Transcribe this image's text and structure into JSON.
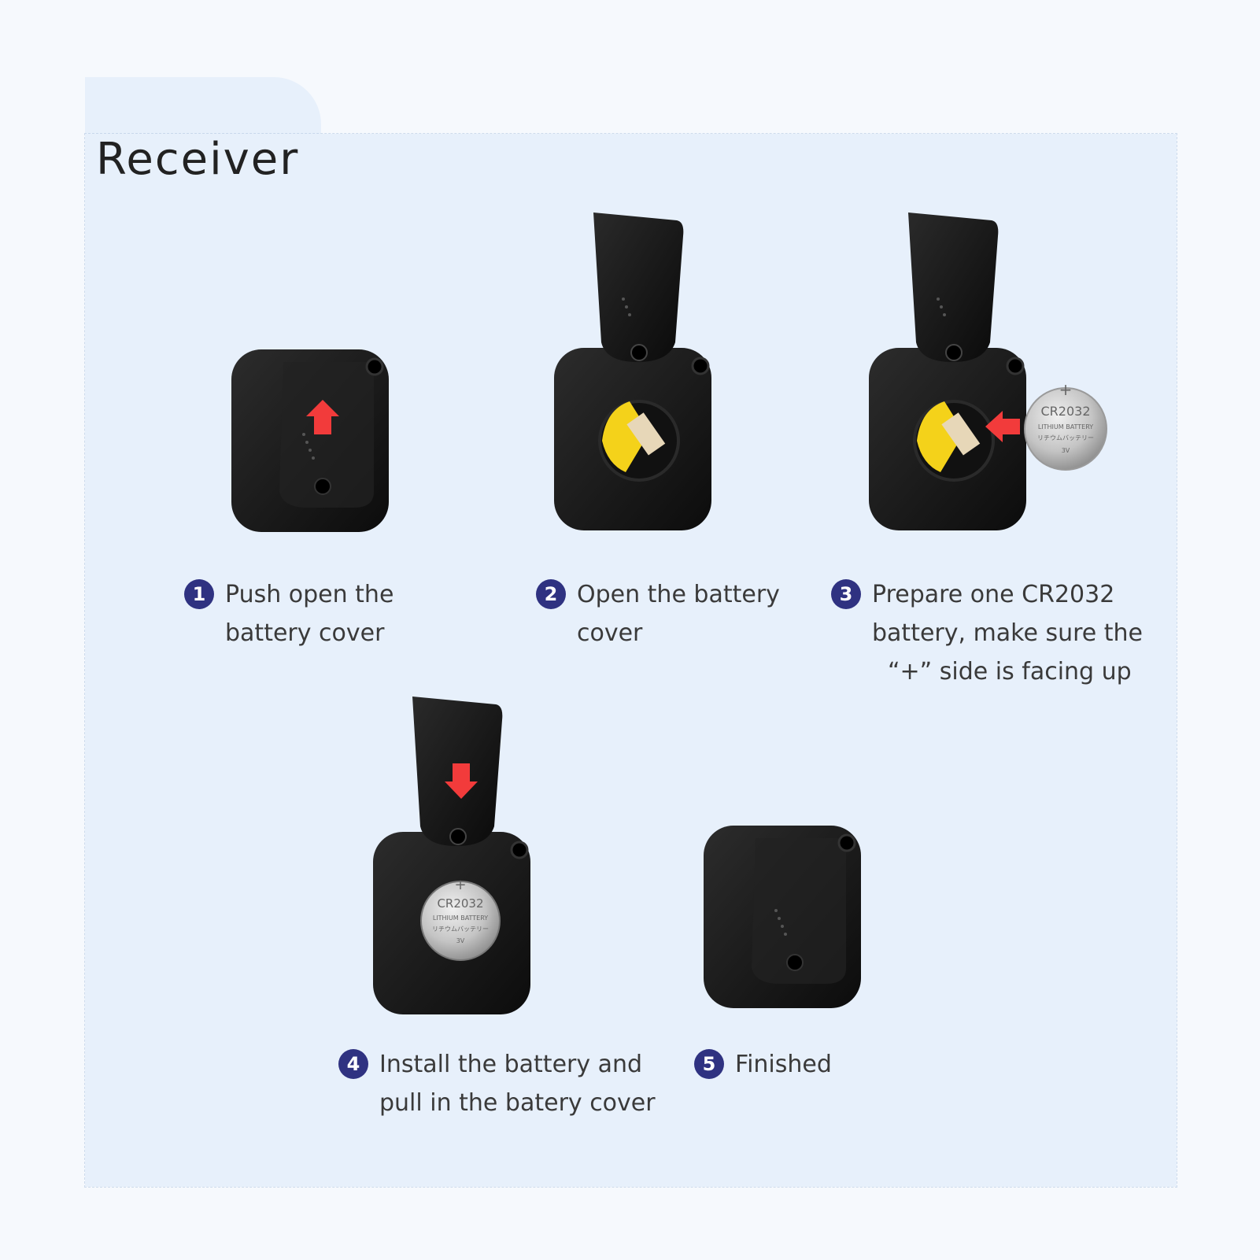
{
  "title": "Receiver",
  "steps": [
    {
      "number": "1",
      "lines": [
        "Push open the",
        "battery cover"
      ]
    },
    {
      "number": "2",
      "lines": [
        "Open the battery",
        "cover"
      ]
    },
    {
      "number": "3",
      "lines": [
        "Prepare one CR2032",
        "battery, make sure the",
        "“+”  side is facing up"
      ]
    },
    {
      "number": "4",
      "lines": [
        "Install the battery and",
        "pull in the batery cover"
      ]
    },
    {
      "number": "5",
      "lines": [
        "Finished"
      ]
    }
  ],
  "battery": {
    "plus": "+",
    "model": "CR2032",
    "type": "LITHIUM BATTERY",
    "jp": "リチウムバッテリー",
    "voltage": "3V"
  },
  "colors": {
    "panel": "#e7f0fb",
    "device": "#1a1a1a",
    "badge": "#2f3281",
    "arrow": "#f23b3b",
    "latch": "#f4d21a"
  }
}
